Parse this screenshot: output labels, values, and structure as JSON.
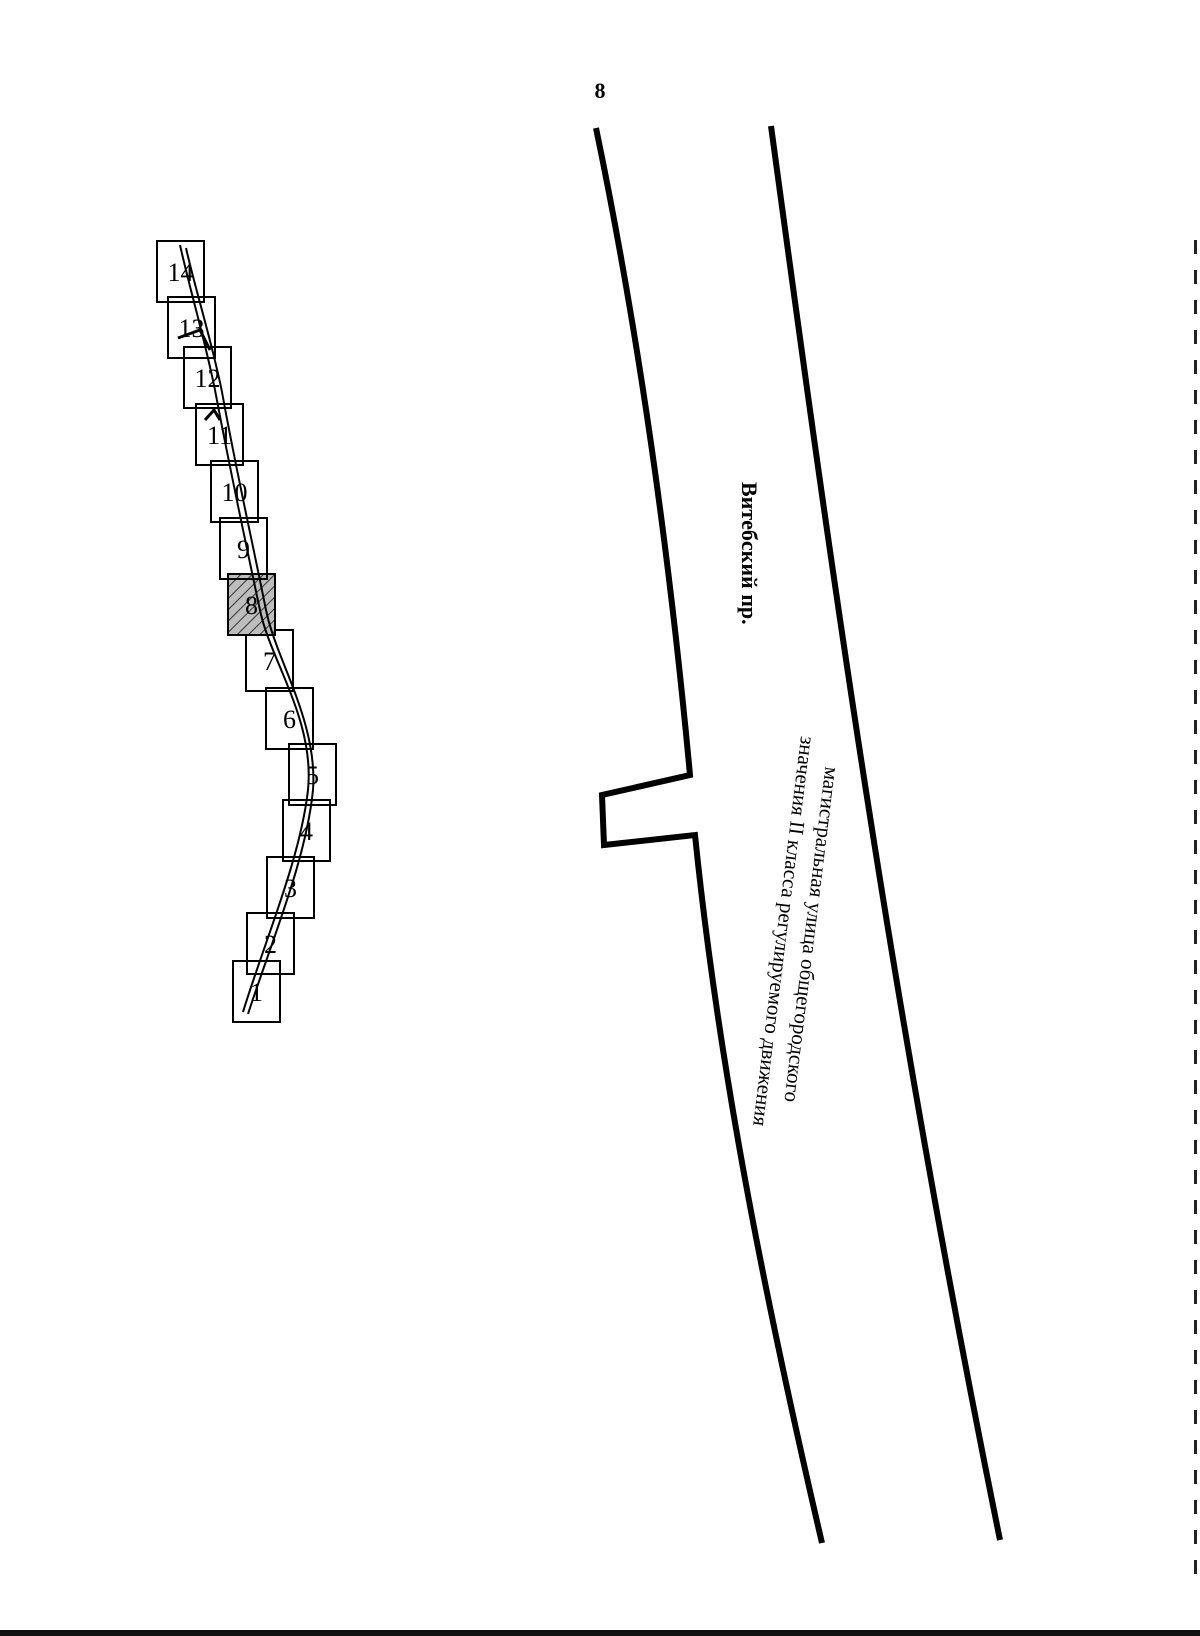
{
  "page": {
    "number": "8"
  },
  "street": {
    "name": "Витебский пр.",
    "classification_line1": "магистральная улица общегородского",
    "classification_line2": "значения II класса регулируемого движения"
  },
  "plots": {
    "labels": [
      "1",
      "2",
      "3",
      "4",
      "5",
      "6",
      "7",
      "8",
      "9",
      "10",
      "11",
      "12",
      "13",
      "14"
    ],
    "highlighted": "8"
  },
  "colors": {
    "ink": "#000000",
    "paper": "#ffffff"
  }
}
